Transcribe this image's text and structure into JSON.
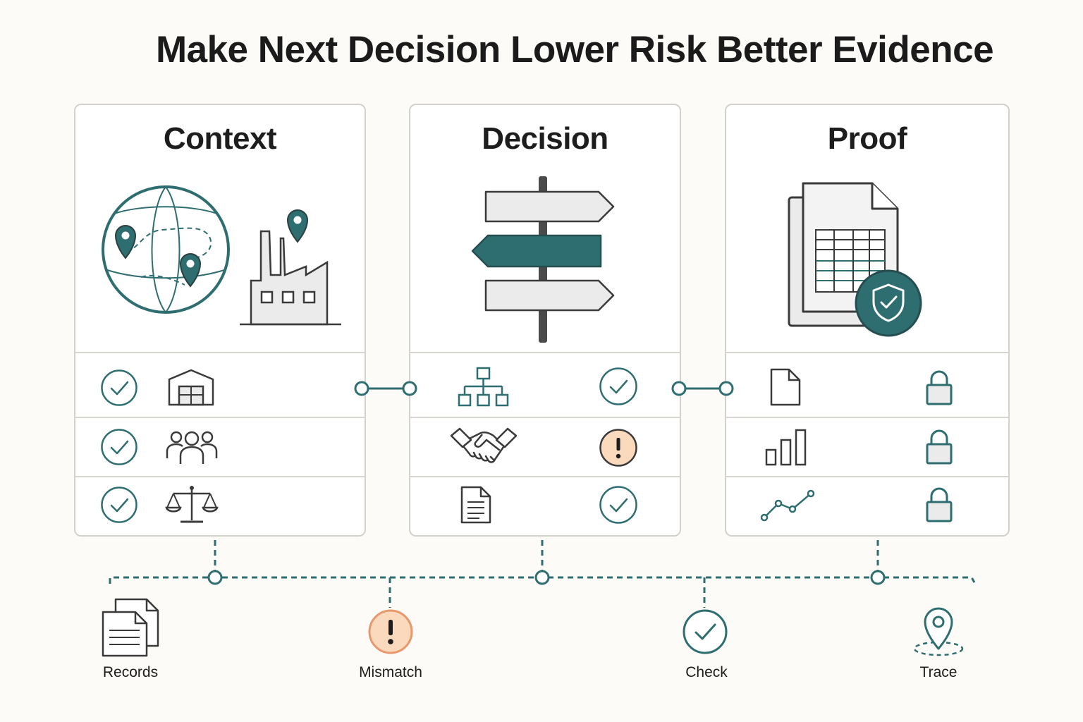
{
  "title": "Make Next Decision Lower Risk Better Evidence",
  "colors": {
    "teal": "#2f6e70",
    "dark": "#3a3a3a",
    "grey_fill": "#ebebeb",
    "warning_fill": "#fad9bd",
    "warning_stroke": "#e8986c",
    "panel_border": "#d3d1cb",
    "background": "#fcfbf7"
  },
  "panels": [
    {
      "title": "Context",
      "hero_icons": [
        "globe-with-pins-icon",
        "factory-icon"
      ],
      "rows": [
        {
          "status": "check",
          "icon": "warehouse-icon"
        },
        {
          "status": "check",
          "icon": "people-group-icon"
        },
        {
          "status": "check",
          "icon": "balance-scale-icon"
        }
      ]
    },
    {
      "title": "Decision",
      "hero_icons": [
        "signpost-icon"
      ],
      "rows": [
        {
          "icon": "org-chart-icon",
          "status": "check"
        },
        {
          "icon": "handshake-icon",
          "status": "warning"
        },
        {
          "icon": "document-icon",
          "status": "check"
        }
      ]
    },
    {
      "title": "Proof",
      "hero_icons": [
        "spreadsheet-shield-icon"
      ],
      "rows": [
        {
          "icon": "file-icon",
          "status": "lock"
        },
        {
          "icon": "bar-chart-icon",
          "status": "lock"
        },
        {
          "icon": "line-chart-icon",
          "status": "lock"
        }
      ]
    }
  ],
  "timeline": [
    {
      "label": "Records",
      "icon": "records-icon"
    },
    {
      "label": "Mismatch",
      "icon": "warning-icon"
    },
    {
      "label": "Check",
      "icon": "check-icon"
    },
    {
      "label": "Trace",
      "icon": "location-trace-icon"
    }
  ]
}
